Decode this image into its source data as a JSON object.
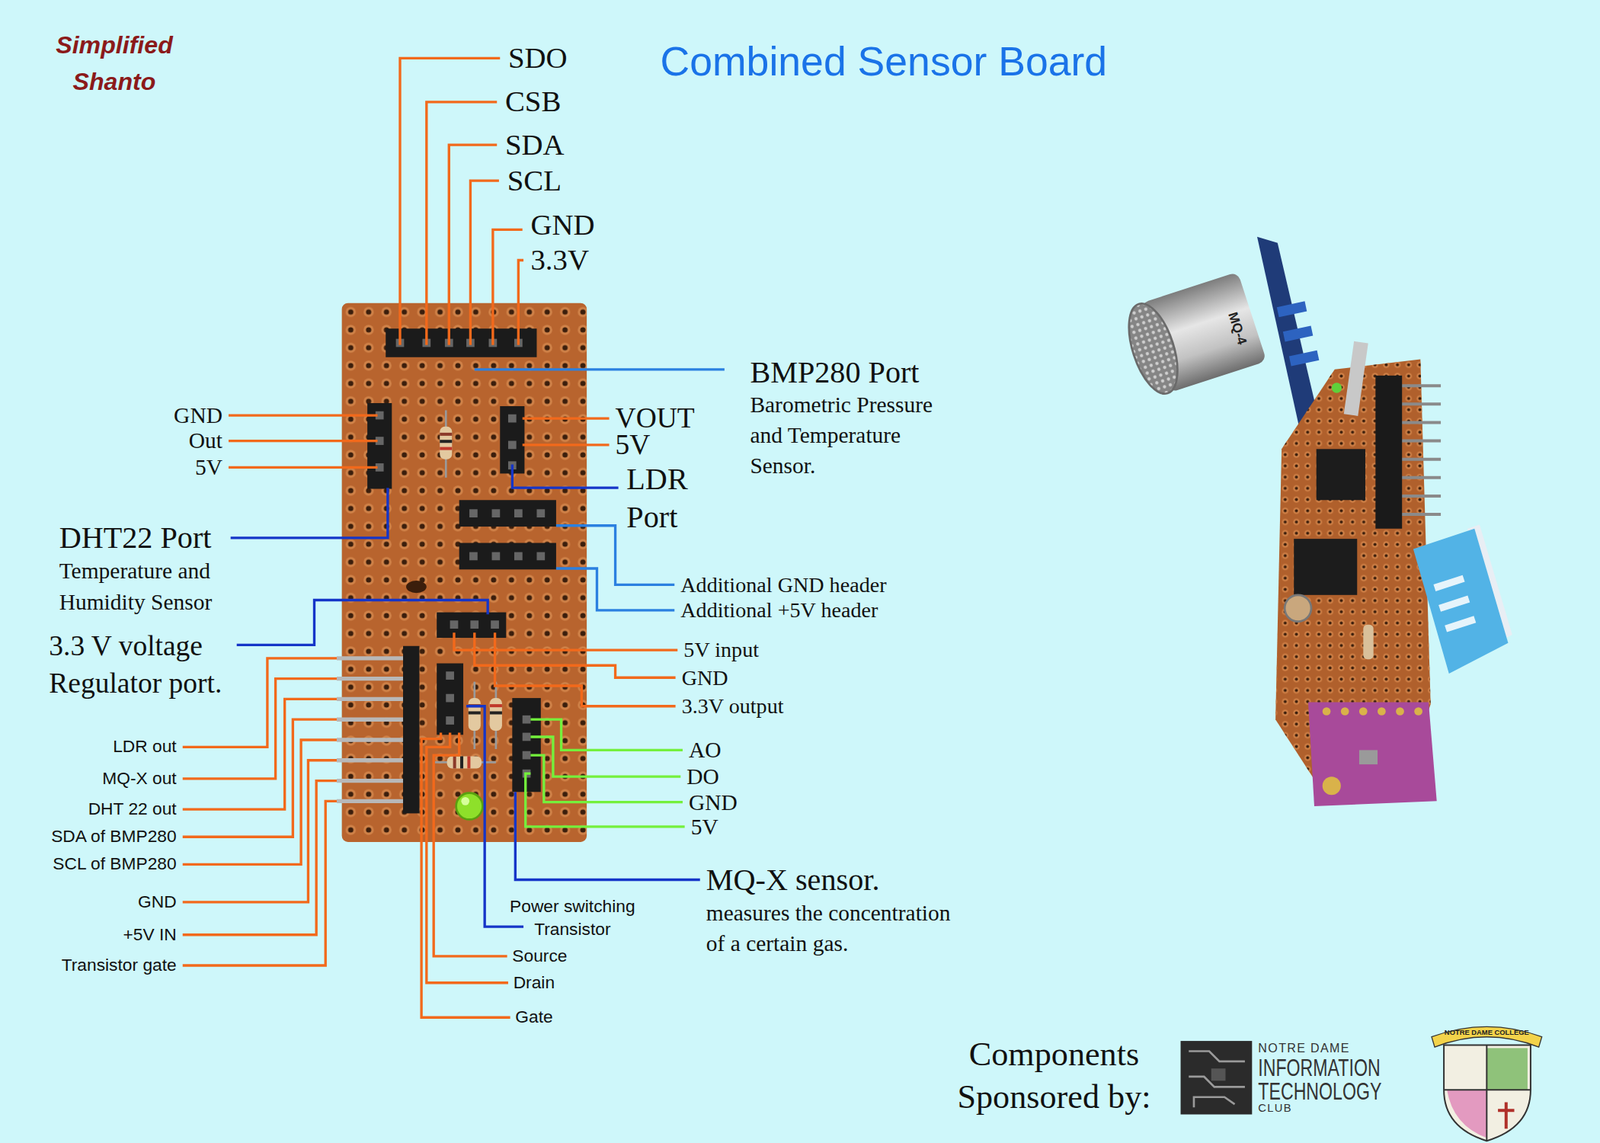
{
  "diagram": {
    "title": "Combined Sensor Board",
    "labels": [
      "Simplified Shanto",
      "SDO",
      "CSB",
      "SDA",
      "SCL",
      "GND",
      "3.3V",
      "BMP280 Port",
      "Barometric Pressure and Temperature Sensor.",
      "GND",
      "Out",
      "5V",
      "VOUT",
      "5V",
      "LDR Port",
      "DHT22 Port",
      "Temperature and Humidity Sensor",
      "Additional GND header",
      "Additional +5V header",
      "3.3 V voltage Regulator port.",
      "5V input",
      "GND",
      "3.3V output",
      "LDR out",
      "MQ-X out",
      "DHT 22 out",
      "SDA of BMP280",
      "SCL of BMP280",
      "GND",
      "+5V IN",
      "Transistor gate",
      "AO",
      "DO",
      "GND",
      "5V",
      "MQ-X sensor.",
      "measures the concentration of a certain gas.",
      "Power switching Transistor",
      "Source",
      "Drain",
      "Gate",
      "Components Sponsored by:",
      "NOTRE DAME",
      "INFORMATION",
      "TECHNOLOGY",
      "CLUB",
      "NOTRE DAME COLLEGE",
      "MQ-4"
    ]
  }
}
